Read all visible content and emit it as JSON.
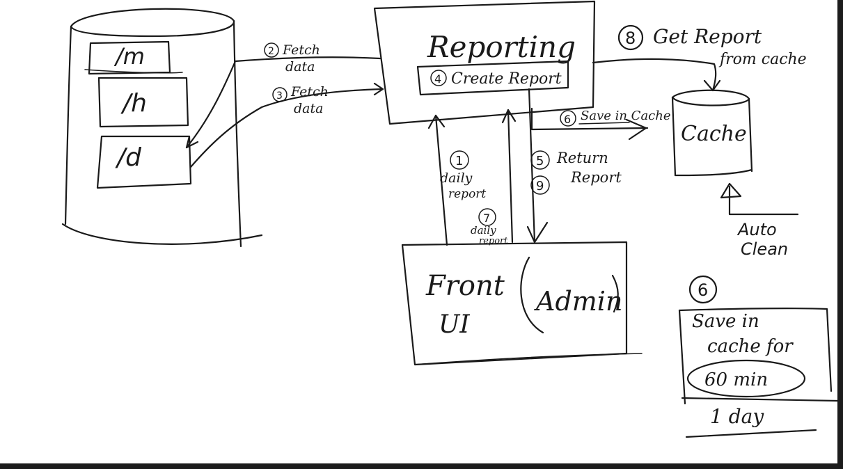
{
  "database": {
    "tables": [
      "/m",
      "/h",
      "/d"
    ]
  },
  "reporting": {
    "title": "Reporting",
    "inner_label": "Create Report",
    "inner_step": "4"
  },
  "steps": {
    "fetch1": {
      "num": "2",
      "line1": "Fetch",
      "line2": "data"
    },
    "fetch2": {
      "num": "3",
      "line1": "Fetch",
      "line2": "data"
    },
    "daily1": {
      "num": "1",
      "line1": "daily",
      "line2": "report"
    },
    "daily2": {
      "num": "7",
      "line1": "daily",
      "line2": "report"
    },
    "return": {
      "num1": "5",
      "num2": "9",
      "line1": "Return",
      "line2": "Report"
    },
    "save": {
      "num": "6",
      "text": "Save in Cache"
    },
    "get": {
      "num": "8",
      "line1": "Get Report",
      "line2": "from cache"
    }
  },
  "cache": {
    "label": "Cache",
    "auto_clean_line1": "Auto",
    "auto_clean_line2": "Clean"
  },
  "frontend": {
    "line1": "Front",
    "line2": "UI",
    "admin": "Admin"
  },
  "note": {
    "num": "6",
    "line1": "Save in",
    "line2": "cache for",
    "circled": "60 min",
    "alt": "1 day"
  },
  "colors": {
    "ink": "#1a1a1a",
    "paper": "#ffffff",
    "frame": "#1c1c1c"
  }
}
